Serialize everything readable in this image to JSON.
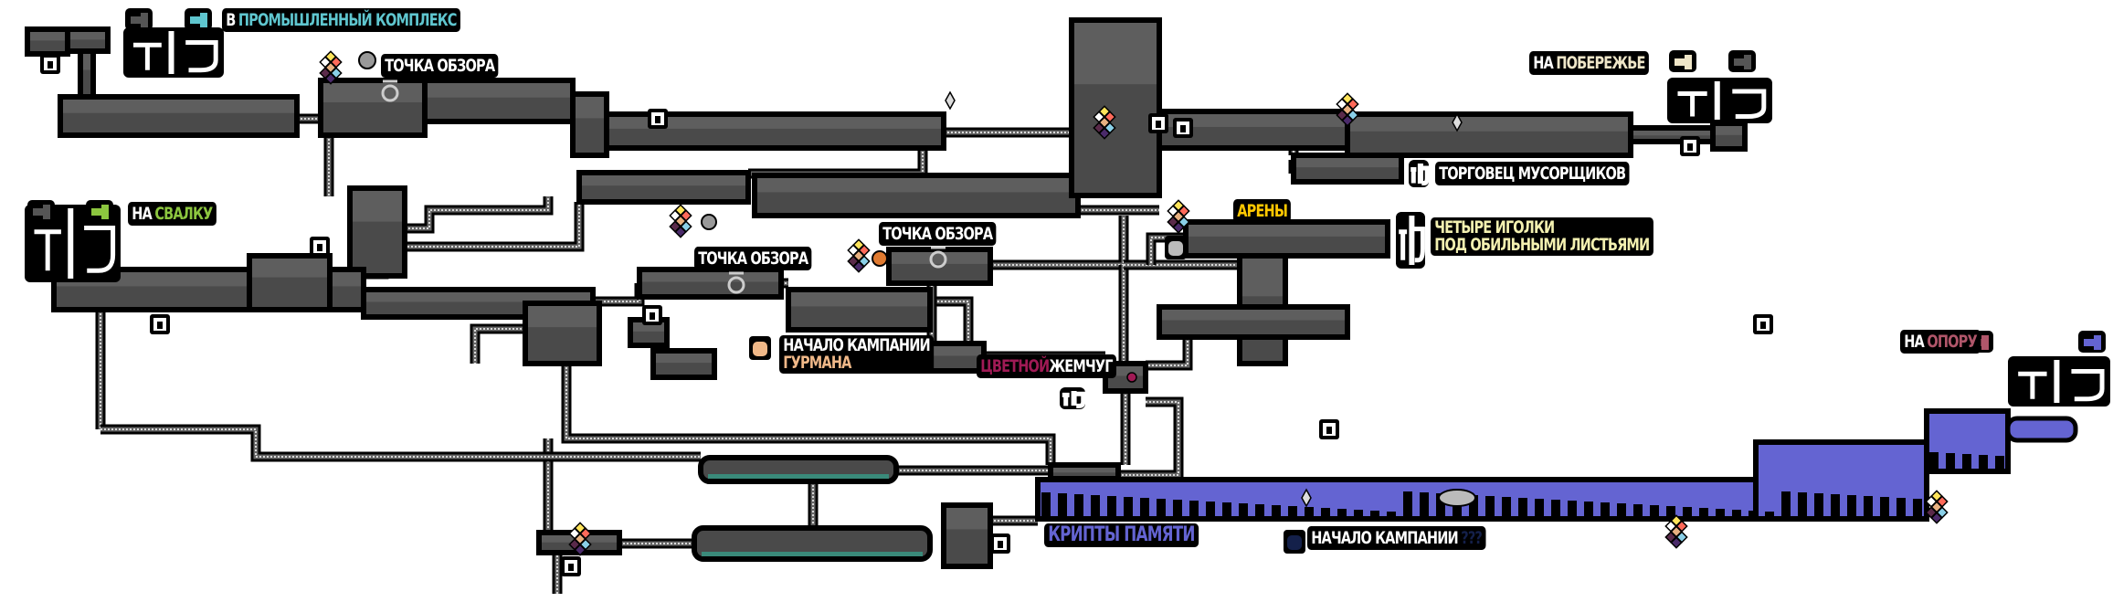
{
  "map": {
    "colors": {
      "room": "#4a4a4a",
      "room_light": "#5e5e5e",
      "outline": "#000000",
      "crypts": "#6464d2",
      "teal": "#3a8a7a",
      "background": "#ffffff"
    },
    "exits": [
      {
        "id": "industrial",
        "prefix": "В",
        "name": "ПРОМЫШЛЕННЫЙ КОМПЛЕКС",
        "color": "#5fc6cf",
        "arrows": [
          "arrow-right-icon",
          "arrow-left-icon"
        ]
      },
      {
        "id": "dump",
        "prefix": "НА",
        "name": "СВАЛКУ",
        "color": "#8cc63f",
        "arrows": [
          "arrow-right-icon",
          "arrow-left-icon"
        ]
      },
      {
        "id": "coast",
        "prefix": "НА",
        "name": "ПОБЕРЕЖЬЕ",
        "color": "#efe6c8",
        "arrows": [
          "arrow-right-icon",
          "arrow-left-icon"
        ]
      },
      {
        "id": "support",
        "prefix": "НА",
        "name": "ОПОРУ",
        "color": "#b0566a",
        "arrows": [
          "arrow-right-icon",
          "arrow-left-icon"
        ]
      }
    ],
    "labels": {
      "viewpoint_1": "ТОЧКА ОБЗОРА",
      "viewpoint_2": "ТОЧКА ОБЗОРА",
      "viewpoint_3": "ТОЧКА ОБЗОРА",
      "scavenger_merchant": "ТОРГОВЕЦ МУСОРЩИКОВ",
      "arenas": {
        "text": "АРЕНЫ",
        "color": "#ffc800"
      },
      "four_needles": {
        "line1": "ЧЕТЫРЕ ИГОЛКИ",
        "line2": "ПОД ОБИЛЬНЫМИ ЛИСТЬЯМИ",
        "color": "#f3f0b0"
      },
      "gourmand_campaign": {
        "line1": "НАЧАЛО КАМПАНИИ",
        "line2": "ГУРМАНА",
        "color": "#f0b888"
      },
      "colored_pearl": {
        "word1": "ЦВЕТНОЙ",
        "word2": "ЖЕМЧУГ",
        "color": "#8a1a4a"
      },
      "memory_crypts": {
        "text": "КРИПТЫ ПАМЯТИ",
        "color": "#6464d2"
      },
      "unknown_campaign": {
        "text": "НАЧАЛО КАМПАНИИ",
        "suffix": "???",
        "suffix_color": "#14204a"
      }
    },
    "icons": [
      "gem-cluster-icon",
      "spider-icon",
      "viewpoint-icon",
      "save-point-icon",
      "cat-icon",
      "slugcat-gourmand-icon",
      "slugcat-unknown-icon",
      "pearl-icon",
      "merchant-glyph-icon",
      "needles-glyph-icon",
      "region-glyph-icon",
      "lizard-skull-icon",
      "crystal-icon"
    ]
  }
}
